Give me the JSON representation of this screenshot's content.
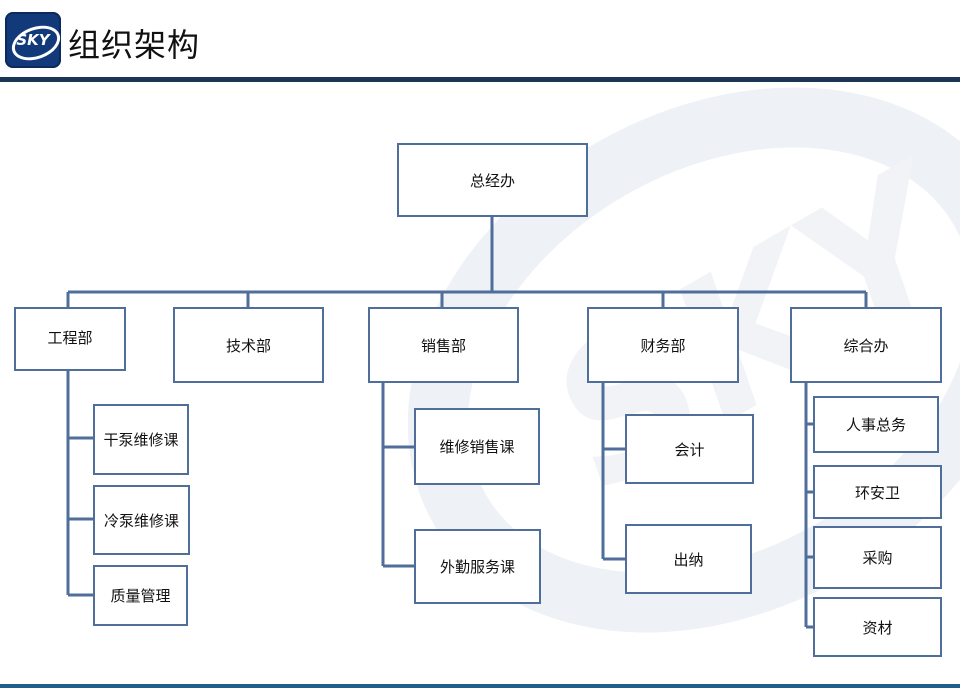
{
  "header": {
    "logo_text": "SKY",
    "title": "组织架构"
  },
  "org": {
    "root": "总经办",
    "departments": [
      {
        "label": "工程部",
        "units": [
          "干泵维修课",
          "冷泵维修课",
          "质量管理"
        ]
      },
      {
        "label": "技术部",
        "units": []
      },
      {
        "label": "销售部",
        "units": [
          "维修销售课",
          "外勤服务课"
        ]
      },
      {
        "label": "财务部",
        "units": [
          "会计",
          "出纳"
        ]
      },
      {
        "label": "综合办",
        "units": [
          "人事总务",
          "环安卫",
          "采购",
          "资材"
        ]
      }
    ]
  },
  "colors": {
    "box_border": "#4f6e99",
    "connector": "#4f6e99",
    "header_rule": "#1b3555",
    "logo": "#123a7a"
  }
}
